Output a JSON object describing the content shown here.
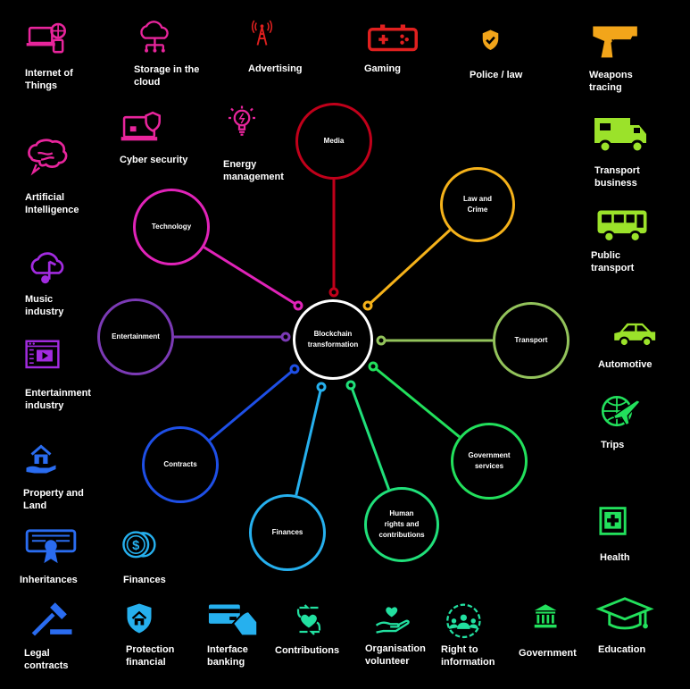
{
  "center": {
    "label": "Blockchain\ntransformation",
    "color": "#ffffff"
  },
  "branches": [
    {
      "id": "media",
      "label": "Media",
      "color": "#c0001a"
    },
    {
      "id": "law",
      "label": "Law and\nCrime",
      "color": "#f5b21a"
    },
    {
      "id": "transport",
      "label": "Transport",
      "color": "#93c35b"
    },
    {
      "id": "government",
      "label": "Government\nservices",
      "color": "#22e05c"
    },
    {
      "id": "human",
      "label": "Human\nrights and\ncontributions",
      "color": "#20e07a"
    },
    {
      "id": "finances",
      "label": "Finances",
      "color": "#26b0ee"
    },
    {
      "id": "contracts",
      "label": "Contracts",
      "color": "#1e4fe6"
    },
    {
      "id": "entertainment",
      "label": "Entertainment",
      "color": "#7b3ab5"
    },
    {
      "id": "technology",
      "label": "Technology",
      "color": "#e023b8"
    }
  ],
  "icons": [
    {
      "id": "iot",
      "label": "Internet of\nThings",
      "icon": "iot-devices-icon",
      "color": "#e8259c"
    },
    {
      "id": "cloud",
      "label": "Storage in the\ncloud",
      "icon": "cloud-storage-icon",
      "color": "#e8259c"
    },
    {
      "id": "advertising",
      "label": "Advertising",
      "icon": "antenna-tower-icon",
      "color": "#e0201f"
    },
    {
      "id": "gaming",
      "label": "Gaming",
      "icon": "gamepad-icon",
      "color": "#e0201f"
    },
    {
      "id": "police",
      "label": "Police / law",
      "icon": "police-badge-icon",
      "color": "#f2a51a"
    },
    {
      "id": "weapons",
      "label": "Weapons\ntracing",
      "icon": "pistol-icon",
      "color": "#f2a51a"
    },
    {
      "id": "cyber",
      "label": "Cyber security",
      "icon": "laptop-shield-icon",
      "color": "#e8259c"
    },
    {
      "id": "energy",
      "label": "Energy\nmanagement",
      "icon": "lightbulb-icon",
      "color": "#e8259c"
    },
    {
      "id": "ai",
      "label": "Artificial\nIntelligence",
      "icon": "brain-icon",
      "color": "#e8259c"
    },
    {
      "id": "transport-business",
      "label": "Transport\nbusiness",
      "icon": "camper-truck-icon",
      "color": "#9be22a"
    },
    {
      "id": "public-transport",
      "label": "Public\ntransport",
      "icon": "bus-icon",
      "color": "#9be22a"
    },
    {
      "id": "music",
      "label": "Music\nindustry",
      "icon": "music-cloud-icon",
      "color": "#a22be0"
    },
    {
      "id": "entertainment-industry",
      "label": "Entertainment\nindustry",
      "icon": "video-player-icon",
      "color": "#a22be0"
    },
    {
      "id": "automotive",
      "label": "Automotive",
      "icon": "car-icon",
      "color": "#9be22a"
    },
    {
      "id": "trips",
      "label": "Trips",
      "icon": "globe-plane-icon",
      "color": "#22e05c"
    },
    {
      "id": "property",
      "label": "Property and\nLand",
      "icon": "house-hand-icon",
      "color": "#2a6cf0"
    },
    {
      "id": "health",
      "label": "Health",
      "icon": "medical-cross-icon",
      "color": "#22e05c"
    },
    {
      "id": "inheritances",
      "label": "Inheritances",
      "icon": "certificate-ribbon-icon",
      "color": "#2a6cf0"
    },
    {
      "id": "finances-icon",
      "label": "Finances",
      "icon": "coins-icon",
      "color": "#26b0ee"
    },
    {
      "id": "legal",
      "label": "Legal\ncontracts",
      "icon": "gavel-icon",
      "color": "#2a6cf0"
    },
    {
      "id": "protection",
      "label": "Protection\nfinancial",
      "icon": "shield-house-icon",
      "color": "#26b0ee"
    },
    {
      "id": "interface-banking",
      "label": "Interface\nbanking",
      "icon": "card-hand-icon",
      "color": "#26b0ee"
    },
    {
      "id": "contributions",
      "label": "Contributions",
      "icon": "heart-arrows-icon",
      "color": "#22e0a0"
    },
    {
      "id": "volunteer",
      "label": "Organisation\nvolunteer",
      "icon": "hand-heart-icon",
      "color": "#22e0a0"
    },
    {
      "id": "right-info",
      "label": "Right to\ninformation",
      "icon": "group-icon",
      "color": "#22e0a0"
    },
    {
      "id": "gov",
      "label": "Government",
      "icon": "building-columns-icon",
      "color": "#22e05c"
    },
    {
      "id": "education",
      "label": "Education",
      "icon": "graduation-cap-icon",
      "color": "#22e05c"
    }
  ]
}
